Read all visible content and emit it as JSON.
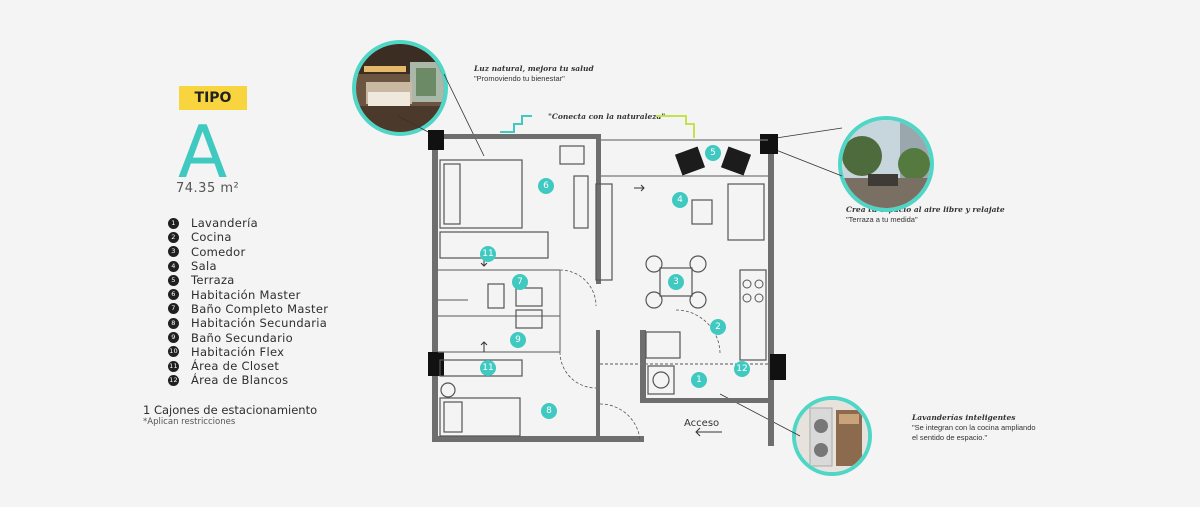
{
  "unit": {
    "type_label": "TIPO",
    "letter": "A",
    "area": "74.35 m²"
  },
  "legend": [
    {
      "num": "1",
      "label": "Lavandería"
    },
    {
      "num": "2",
      "label": "Cocina"
    },
    {
      "num": "3",
      "label": "Comedor"
    },
    {
      "num": "4",
      "label": "Sala"
    },
    {
      "num": "5",
      "label": "Terraza"
    },
    {
      "num": "6",
      "label": "Habitación Master"
    },
    {
      "num": "7",
      "label": "Baño Completo Master"
    },
    {
      "num": "8",
      "label": "Habitación Secundaria"
    },
    {
      "num": "9",
      "label": "Baño Secundario"
    },
    {
      "num": "10",
      "label": "Habitación Flex"
    },
    {
      "num": "11",
      "label": "Área de Closet"
    },
    {
      "num": "12",
      "label": "Área de Blancos"
    }
  ],
  "parking": {
    "text": "1 Cajones de estacionamiento",
    "note": "*Aplican restricciones"
  },
  "callouts": {
    "bedroom": {
      "title": "Luz natural, mejora tu salud",
      "quote": "\"Promoviendo tu bienestar\""
    },
    "nature": {
      "quote": "\"Conecta con la naturaleza\""
    },
    "terrace": {
      "title": "Crea tu espacio al aire libre y relajate",
      "quote": "\"Terraza a tu medida\""
    },
    "laundry": {
      "title": "Lavanderías inteligentes",
      "line1": "\"Se integran con la cocina ampliando",
      "line2": "el sentido de espacio.\""
    }
  },
  "plan": {
    "acceso_label": "Acceso"
  },
  "colors": {
    "accent": "#3fc9c0",
    "badge": "#f8d43e",
    "ring": "#4fd6c6",
    "wall": "#6e6e6e",
    "green_line": "#c4e24a"
  }
}
